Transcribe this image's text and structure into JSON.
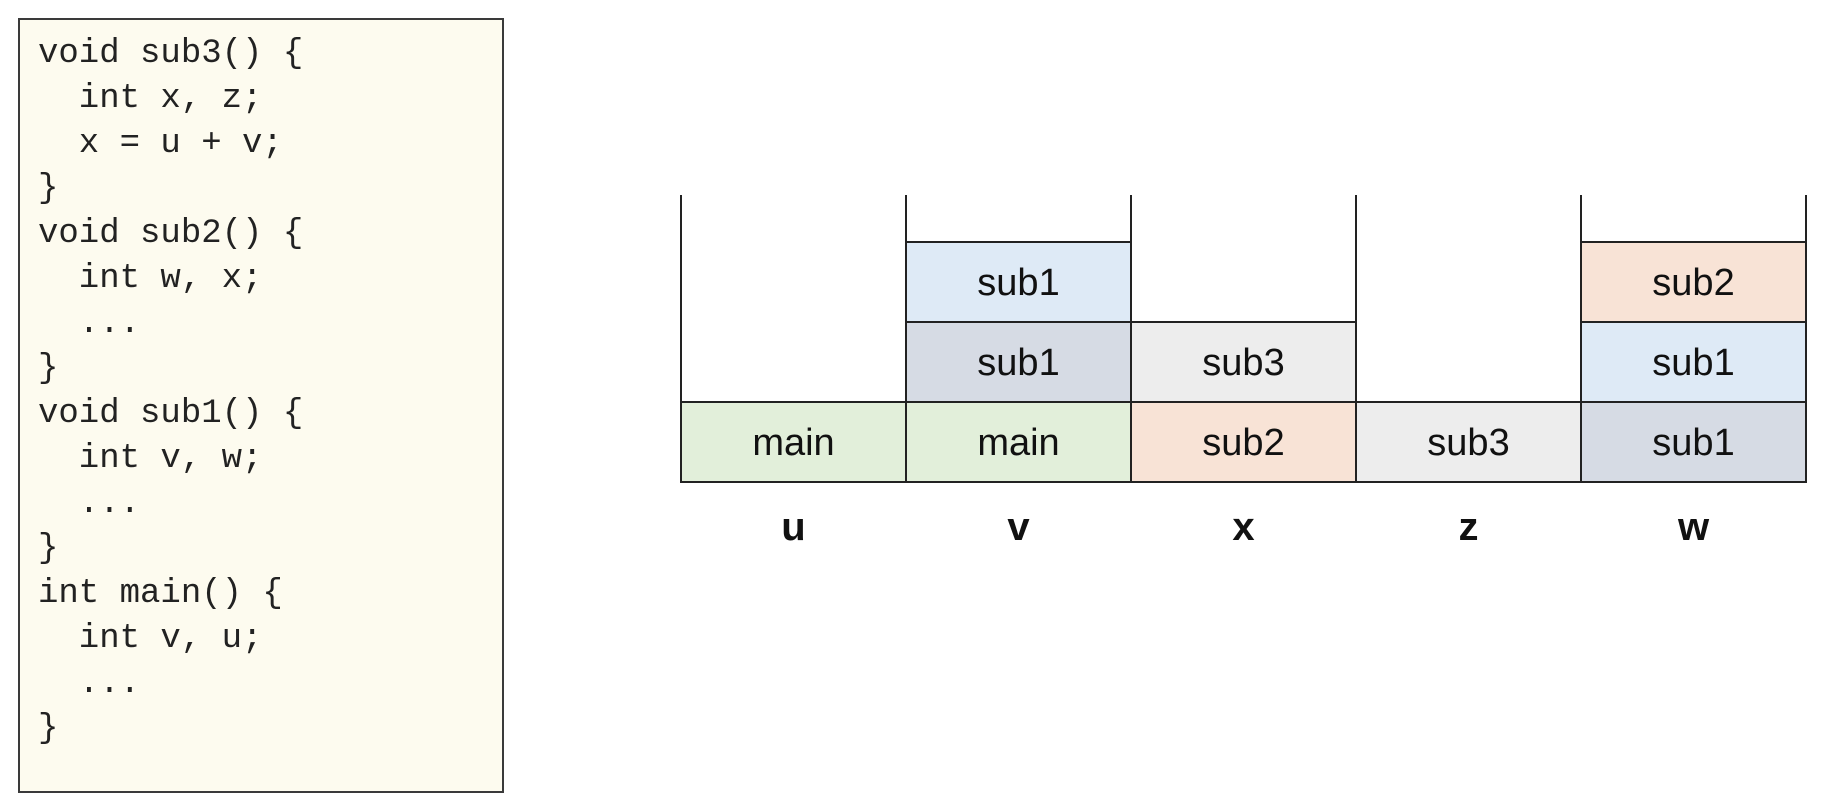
{
  "code": {
    "lines": [
      "void sub3() {",
      "  int x, z;",
      "  x = u + v;",
      "}",
      "void sub2() {",
      "  int w, x;",
      "  ...",
      "}",
      "void sub1() {",
      "  int v, w;",
      "  ...",
      "}",
      "int main() {",
      "  int v, u;",
      "  ...",
      "}"
    ]
  },
  "stacks": {
    "colors": {
      "main": "#e2efda",
      "sub1_light": "#deeaf6",
      "sub1_dark": "#d6dbe4",
      "sub2": "#f8e3d6",
      "sub3": "#ededed",
      "border": "#222222"
    },
    "columns": [
      {
        "variable": "u",
        "entries": [
          {
            "label": "main",
            "color": "main"
          }
        ]
      },
      {
        "variable": "v",
        "entries": [
          {
            "label": "main",
            "color": "main"
          },
          {
            "label": "sub1",
            "color": "sub1_dark"
          },
          {
            "label": "sub1",
            "color": "sub1_light"
          }
        ]
      },
      {
        "variable": "x",
        "entries": [
          {
            "label": "sub2",
            "color": "sub2"
          },
          {
            "label": "sub3",
            "color": "sub3"
          }
        ]
      },
      {
        "variable": "z",
        "entries": [
          {
            "label": "sub3",
            "color": "sub3"
          }
        ]
      },
      {
        "variable": "w",
        "entries": [
          {
            "label": "sub1",
            "color": "sub1_dark"
          },
          {
            "label": "sub1",
            "color": "sub1_light"
          },
          {
            "label": "sub2",
            "color": "sub2"
          }
        ]
      }
    ]
  }
}
